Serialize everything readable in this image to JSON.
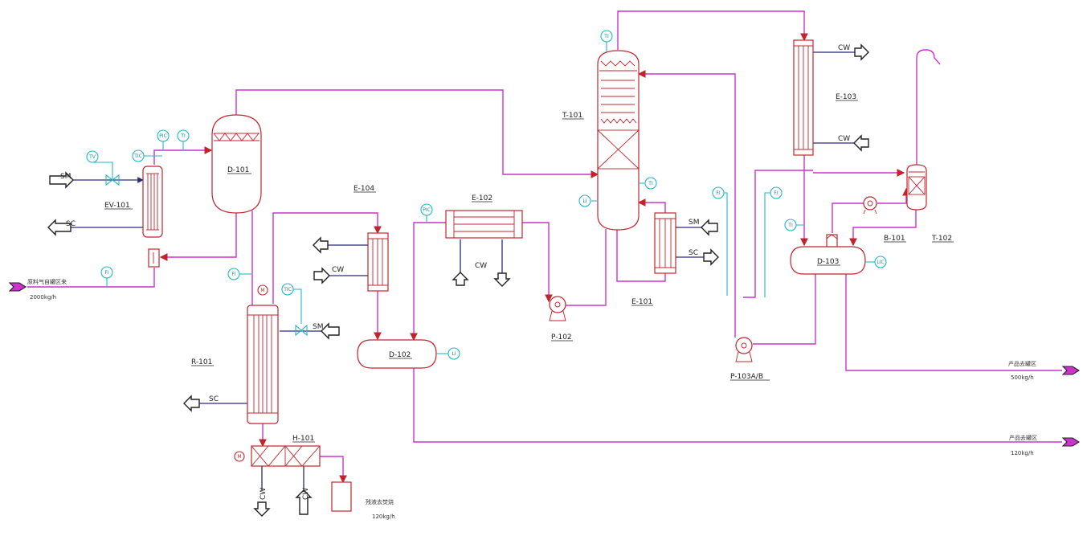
{
  "equipment": {
    "ev101": "EV-101",
    "d101": "D-101",
    "e104": "E-104",
    "e102": "E-102",
    "t101": "T-101",
    "e103": "E-103",
    "e101": "E-101",
    "d102": "D-102",
    "d103": "D-103",
    "p102": "P-102",
    "p103": "P-103A/B",
    "b101": "B-101",
    "t102": "T-102",
    "r101": "R-101",
    "h101": "H-101"
  },
  "utilities": {
    "steam": "SM",
    "condensate": "SC",
    "cooling_water": "CW"
  },
  "streams": {
    "feed_label": "原料气自罐区来",
    "feed_rate": "2000kg/h",
    "product1_label": "产品去罐区",
    "product1_rate": "500kg/h",
    "product2_label": "产品去罐区",
    "product2_rate": "120kg/h",
    "residue_label": "残液去焚烧",
    "residue_rate": "120kg/h"
  },
  "instruments": {
    "tv": "TV",
    "tic": "TIC",
    "pic": "PIC",
    "ti": "TI",
    "fi": "FI",
    "li": "LI",
    "lic": "LIC",
    "motor": "M"
  }
}
